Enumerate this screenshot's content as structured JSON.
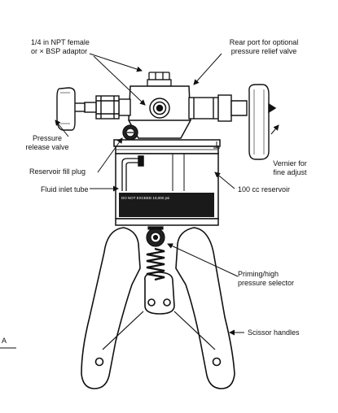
{
  "labels": {
    "adaptor": [
      "1/4 in NPT female",
      "or × BSP adaptor"
    ],
    "rear_port": [
      "Rear port for optional",
      "pressure relief valve"
    ],
    "pressure_release": [
      "Pressure",
      "release valve"
    ],
    "vernier": [
      "Vernier for",
      "fine adjust"
    ],
    "reservoir_fill": "Reservoir fill plug",
    "fluid_inlet": "Fluid inlet tube",
    "reservoir": "100 cc reservoir",
    "selector": [
      "Priming/high",
      "pressure selector"
    ],
    "scissor": "Scissor handles",
    "figure_letter": "A"
  },
  "plate_text": "DO NOT EXCEED 10,000 psi",
  "colors": {
    "ink": "#111111",
    "plate": "#1a1a1a",
    "shade": "#555555",
    "paper": "#ffffff"
  }
}
